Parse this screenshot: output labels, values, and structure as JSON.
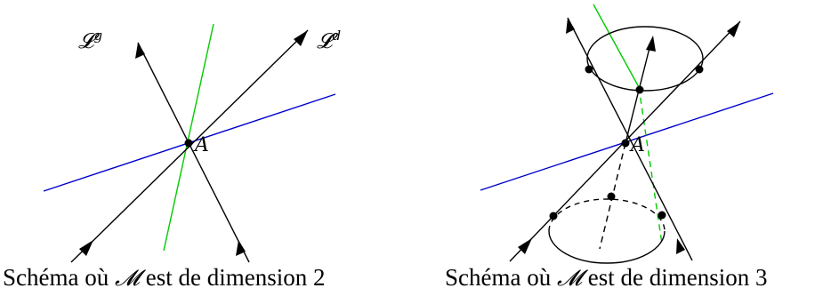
{
  "left": {
    "label_g_letter": "𝓛",
    "label_g_sup": "g",
    "label_d_letter": "𝓛",
    "label_d_sup": "d",
    "point_label": "A",
    "caption": {
      "prefix": "Schéma où ",
      "symbol": "𝓜",
      "suffix": " est de dimension 2"
    }
  },
  "right": {
    "point_label": "A",
    "caption": {
      "prefix": "Schéma où ",
      "symbol": "𝓜",
      "suffix": " est de dimension 3"
    }
  },
  "colors": {
    "lines": "#000000",
    "blue_line": "#0000cc",
    "green_line": "#00cc00"
  }
}
